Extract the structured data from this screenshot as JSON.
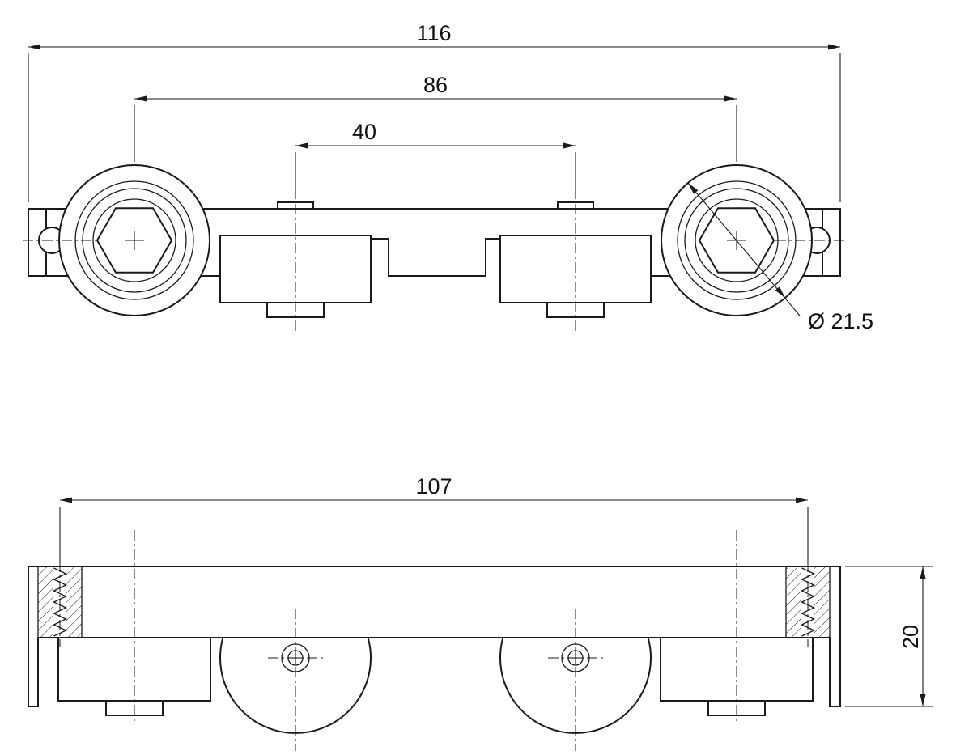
{
  "drawing": {
    "type": "technical-drawing",
    "views": {
      "top": {
        "dim_overall_width": "116",
        "dim_axle_spacing": "86",
        "dim_roller_spacing": "40",
        "dim_wheel_diameter": "Ø 21.5"
      },
      "front": {
        "dim_mounting_spacing": "107",
        "dim_height": "20"
      }
    },
    "colors": {
      "line": "#1a1a1a",
      "text": "#111111",
      "background": "#ffffff"
    }
  }
}
